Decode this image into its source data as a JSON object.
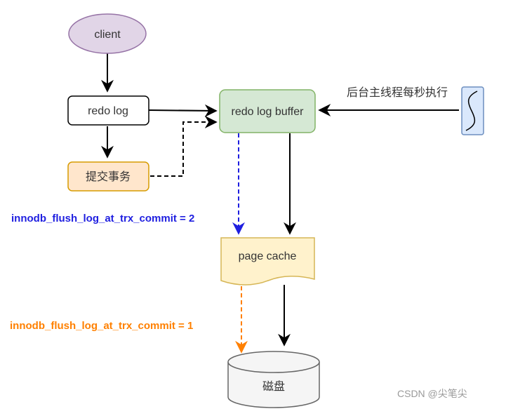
{
  "nodes": {
    "client": "client",
    "redo_log": "redo log",
    "commit_txn": "提交事务",
    "redo_log_buffer": "redo log buffer",
    "page_cache": "page cache",
    "disk": "磁盘"
  },
  "labels": {
    "background_thread": "后台主线程每秒执行",
    "flush_2": "innodb_flush_log_at_trx_commit = 2",
    "flush_1": "innodb_flush_log_at_trx_commit = 1"
  },
  "watermark": "CSDN @尖笔尖",
  "colors": {
    "client_fill": "#e1d5e7",
    "client_stroke": "#9673a6",
    "commit_fill": "#ffe6cc",
    "commit_stroke": "#d79b00",
    "buffer_fill": "#d5e8d4",
    "buffer_stroke": "#82b366",
    "cache_fill": "#fff2cc",
    "cache_stroke": "#d6b656",
    "thread_fill": "#dae8fc",
    "thread_stroke": "#6c8ebf",
    "disk_fill": "#f5f5f5",
    "disk_stroke": "#666666",
    "blue_label": "#1f1fe0",
    "orange_label": "#ff8000"
  }
}
